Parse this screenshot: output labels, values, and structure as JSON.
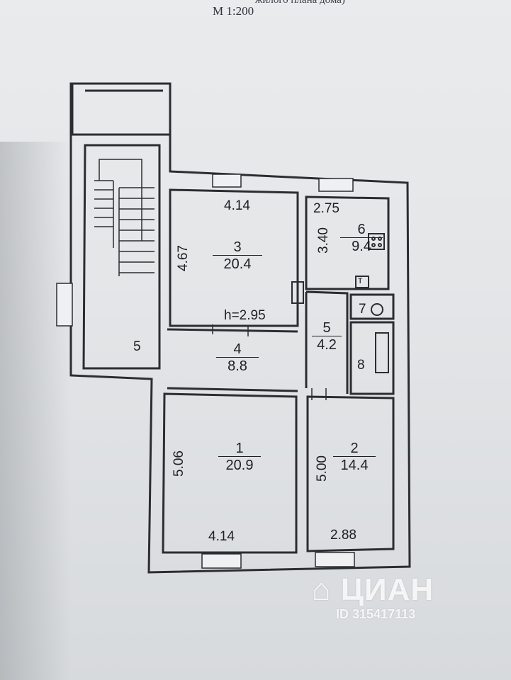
{
  "header": {
    "cut_text": "жилого плана дома)",
    "scale": "М 1:200"
  },
  "rooms": [
    {
      "id": "1",
      "area": "20.9"
    },
    {
      "id": "2",
      "area": "14.4"
    },
    {
      "id": "3",
      "area": "20.4"
    },
    {
      "id": "4",
      "area": "8.8"
    },
    {
      "id": "5",
      "area": "4.2"
    },
    {
      "id": "6",
      "area": "9.4"
    }
  ],
  "dimensions": {
    "room3_top": "4.14",
    "room3_left": "4.67",
    "room6_top": "2.75",
    "room6_left": "3.40",
    "room1_bottom": "4.14",
    "room1_left": "5.06",
    "room2_bottom": "2.88",
    "room2_left": "5.00"
  },
  "labels": {
    "ceiling_height": "h=2.95",
    "stair_number": "5",
    "room7": "7",
    "room8": "8",
    "t_mark": "т"
  },
  "watermark": {
    "brand": "ЦИАН",
    "id": "ID 315417113"
  }
}
